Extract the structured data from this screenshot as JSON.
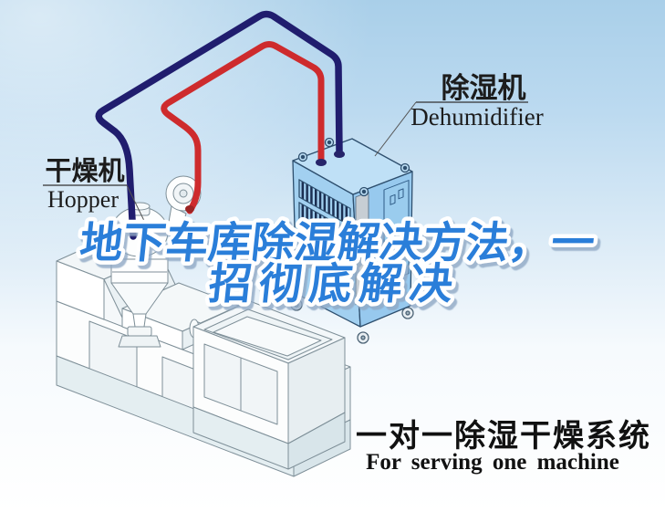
{
  "title": {
    "line1": "地下车库除湿解决方法，一",
    "line2": "招彻底解决",
    "color": "#2b7ed9"
  },
  "labels": {
    "dryer": {
      "zh": "干燥机",
      "en": "Hopper"
    },
    "dehumidifier": {
      "zh": "除湿机",
      "en": "Dehumidifier"
    }
  },
  "caption": {
    "zh": "一对一除湿干燥系统",
    "en": "For serving one machine"
  },
  "colors": {
    "title_blue": "#2b7ed9",
    "pipe_hot_red": "#ce2b2d",
    "pipe_cold_navy": "#201d6e",
    "dehumidifier_blue": "#a2d0f0",
    "sky_top": "#a9cfe9",
    "label_black": "#1c1c1c"
  }
}
